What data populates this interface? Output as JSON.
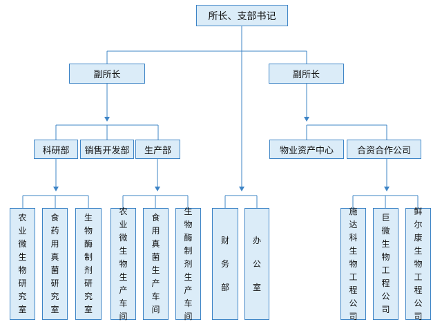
{
  "nodes": {
    "root": "所长、支部书记",
    "vp_left": "副所长",
    "vp_right": "副所长",
    "research": "科研部",
    "sales": "销售开发部",
    "production": "生产部",
    "property": "物业资产中心",
    "joint": "合资合作公司",
    "r1": "农业微生物研究室",
    "r2": "食药用真菌研究室",
    "r3": "生物酶制剂研究室",
    "p1": "农业微生物生产车间",
    "p2": "食用真菌生产车间",
    "p3": "生物酶制剂生产车间",
    "finance": "财务部",
    "office": "办公室",
    "j1": "施达科生物工程公司",
    "j2": "巨微生物工程公司",
    "j3": "鲜尔康生物工程公司"
  },
  "colors": {
    "box_fill": "#dbecf8",
    "box_border": "#3d84c6",
    "line": "#3d84c6"
  }
}
